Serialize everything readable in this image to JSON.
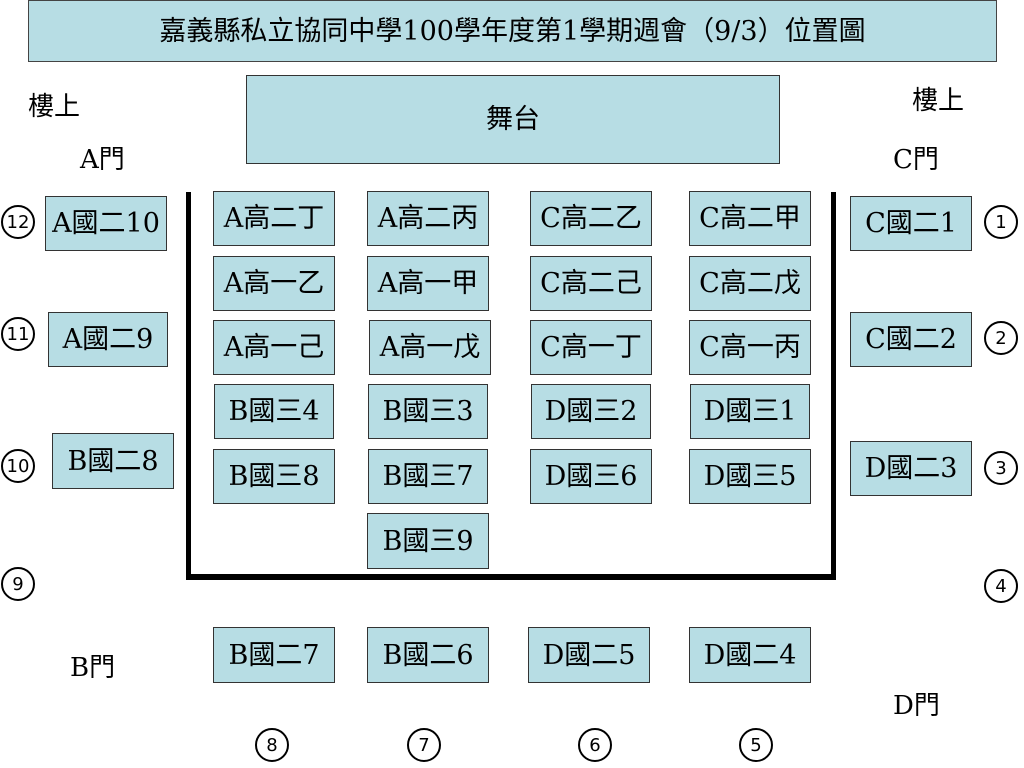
{
  "title": "嘉義縣私立協同中學100學年度第1學期週會（9/3）位置圖",
  "stage": "舞台",
  "labels": {
    "upstairs_left": "樓上",
    "upstairs_right": "樓上",
    "door_a": "A門",
    "door_b": "B門",
    "door_c": "C門",
    "door_d": "D門"
  },
  "inner_grid": [
    [
      "A高二丁",
      "A高二丙",
      "C高二乙",
      "C高二甲"
    ],
    [
      "A高一乙",
      "A高一甲",
      "C高二己",
      "C高二戊"
    ],
    [
      "A高一己",
      "A高一戊",
      "C高一丁",
      "C高一丙"
    ],
    [
      "B國三4",
      "B國三3",
      "D國三2",
      "D國三1"
    ],
    [
      "B國三8",
      "B國三7",
      "D國三6",
      "D國三5"
    ],
    [
      "",
      "B國三9",
      "",
      ""
    ]
  ],
  "left_column": [
    "A國二10",
    "A國二9",
    "B國二8"
  ],
  "right_column": [
    "C國二1",
    "C國二2",
    "D國二3"
  ],
  "bottom_row": [
    "B國二7",
    "B國二6",
    "D國二5",
    "D國二4"
  ],
  "circle_numbers": [
    "1",
    "2",
    "3",
    "4",
    "5",
    "6",
    "7",
    "8",
    "9",
    "10",
    "11",
    "12"
  ]
}
